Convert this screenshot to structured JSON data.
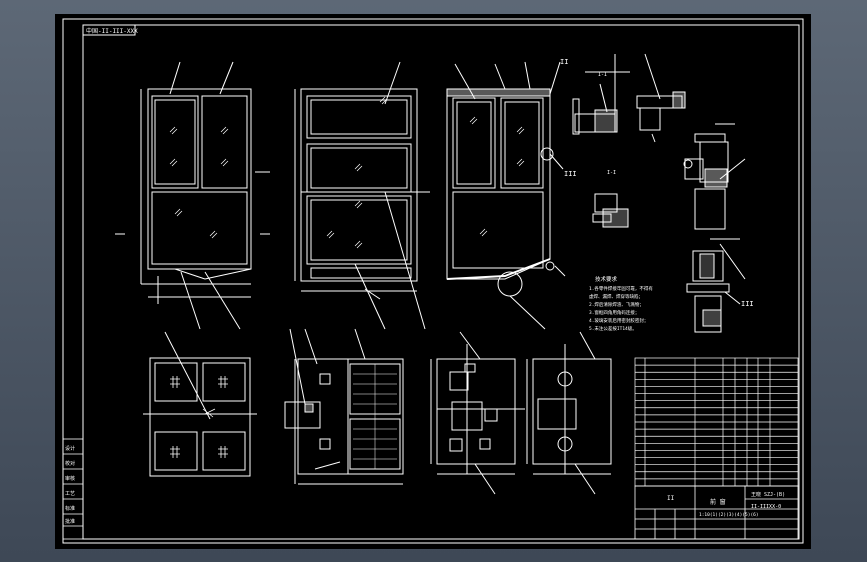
{
  "drawing": {
    "title_stamp": "中国-II-III-XXX",
    "title_block": {
      "name": "前 窗",
      "part_no": "II",
      "designer_row": "王晓 SZJ-(B)",
      "drawing_no": "II-IIIXX-0",
      "footer": "1:10(1)(2)(3)(4)(5)(6)"
    },
    "revision_labels": [
      "设计",
      "校对",
      "审核",
      "工艺",
      "标准",
      "批准"
    ],
    "tech_notes": [
      "技术要求",
      "1.各零件焊接牢固可靠，不得有",
      "  虚焊、漏焊、焊穿等缺陷；",
      "2.焊后清除焊渣、飞溅物；",
      "3.窗框四角用角码连接；",
      "4.玻璃安装后用密封胶密封；",
      "5.未注公差按IT14级。"
    ],
    "section_labels": [
      "III",
      "II",
      "III"
    ],
    "section_marks": [
      "I-I",
      "I-I"
    ],
    "bom_rows": 18
  }
}
